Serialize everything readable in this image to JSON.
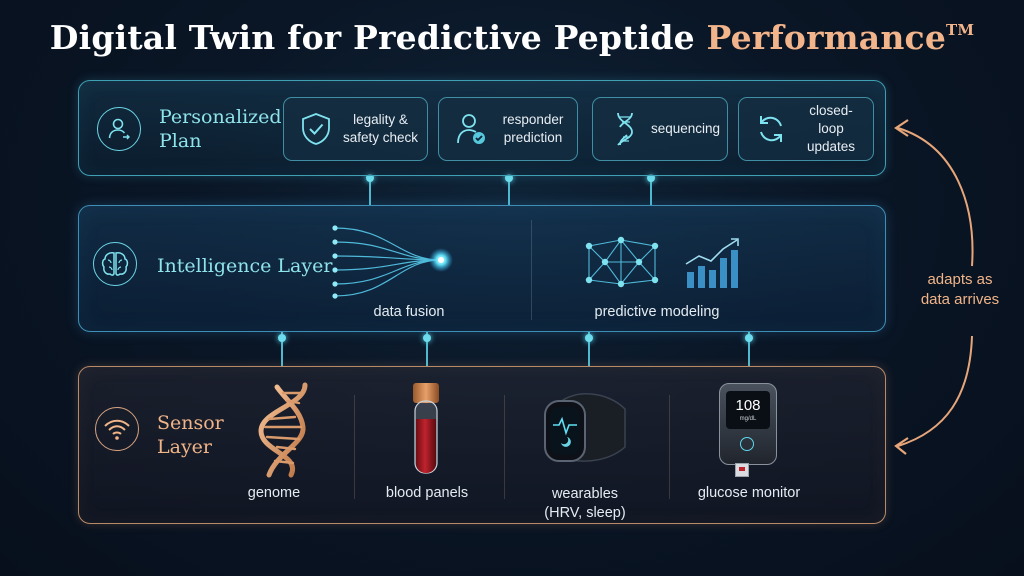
{
  "title": {
    "main": "Digital Twin for Predictive Peptide",
    "accent": "Performance",
    "trademark": "TM"
  },
  "personalized_plan": {
    "title_line1": "Personalized",
    "title_line2": "Plan",
    "icon": "user-icon",
    "cards": [
      {
        "icon": "shield-check-icon",
        "line1": "legality &",
        "line2": "safety check"
      },
      {
        "icon": "user-check-icon",
        "line1": "responder",
        "line2": "prediction"
      },
      {
        "icon": "dna-icon",
        "line1": "sequencing",
        "line2": ""
      },
      {
        "icon": "refresh-icon",
        "line1": "closed-loop",
        "line2": "updates"
      }
    ]
  },
  "intelligence_layer": {
    "title": "Intelligence Layer",
    "icon": "brain-icon",
    "left_label": "data fusion",
    "right_label": "predictive modeling"
  },
  "sensor_layer": {
    "title_line1": "Sensor",
    "title_line2": "Layer",
    "icon": "wifi-icon",
    "items": [
      {
        "icon": "dna-helix-icon",
        "line1": "genome",
        "line2": ""
      },
      {
        "icon": "blood-tube-icon",
        "line1": "blood panels",
        "line2": ""
      },
      {
        "icon": "smartwatch-icon",
        "line1": "wearables",
        "line2": "(HRV, sleep)"
      },
      {
        "icon": "glucose-meter-icon",
        "line1": "glucose monitor",
        "line2": ""
      }
    ],
    "glucose_reading": "108",
    "glucose_unit": "mg/dL"
  },
  "side_note": {
    "line1": "adapts as",
    "line2": "data arrives"
  },
  "colors": {
    "teal": "#6fe0ef",
    "copper": "#f0b488",
    "background": "#0a1626"
  }
}
